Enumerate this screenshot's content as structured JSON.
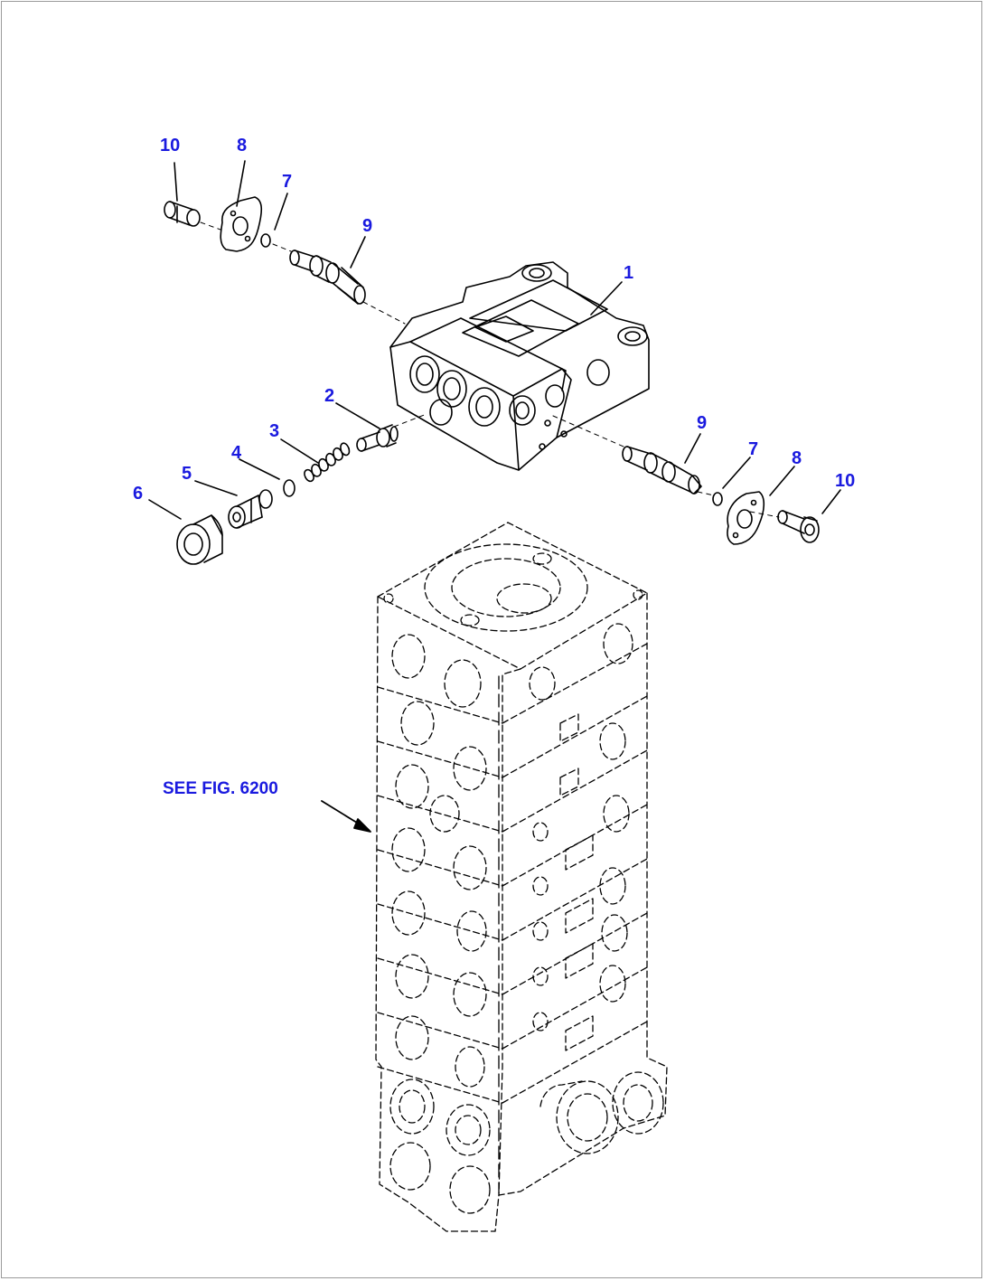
{
  "diagram": {
    "callouts": [
      {
        "id": "c1",
        "label": "1"
      },
      {
        "id": "c2",
        "label": "2"
      },
      {
        "id": "c3",
        "label": "3"
      },
      {
        "id": "c4",
        "label": "4"
      },
      {
        "id": "c5",
        "label": "5"
      },
      {
        "id": "c6",
        "label": "6"
      },
      {
        "id": "c7a",
        "label": "7"
      },
      {
        "id": "c8a",
        "label": "8"
      },
      {
        "id": "c9a",
        "label": "9"
      },
      {
        "id": "c10a",
        "label": "10"
      },
      {
        "id": "c7b",
        "label": "7"
      },
      {
        "id": "c8b",
        "label": "8"
      },
      {
        "id": "c9b",
        "label": "9"
      },
      {
        "id": "c10b",
        "label": "10"
      }
    ],
    "reference": {
      "label": "SEE FIG. 6200"
    }
  },
  "colors": {
    "label": "#1a1adf",
    "line": "#000000",
    "frame": "#9a9a9a"
  }
}
